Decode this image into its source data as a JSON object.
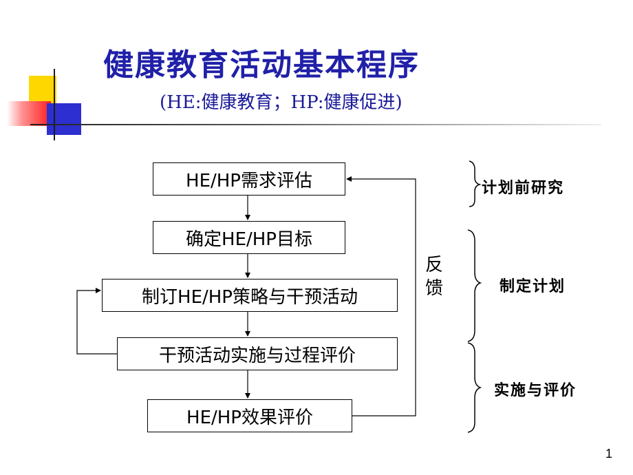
{
  "slide": {
    "title": "健康教育活动基本程序",
    "subtitle": "(HE:健康教育；HP:健康促进)",
    "page_number": "1"
  },
  "flow": {
    "steps": [
      {
        "label": "HE/HP需求评估"
      },
      {
        "label": "确定HE/HP目标"
      },
      {
        "label": "制订HE/HP策略与干预活动"
      },
      {
        "label": "干预活动实施与过程评价"
      },
      {
        "label": "HE/HP效果评价"
      }
    ],
    "feedback_label": "反馈"
  },
  "stages": [
    {
      "label": "计划前研究"
    },
    {
      "label": "制定计划"
    },
    {
      "label": "实施与评价"
    }
  ],
  "colors": {
    "title": "#2020a8",
    "deco_yellow": "#ffd700",
    "deco_red": "#ff2020",
    "deco_blue": "#2d2fd0"
  }
}
